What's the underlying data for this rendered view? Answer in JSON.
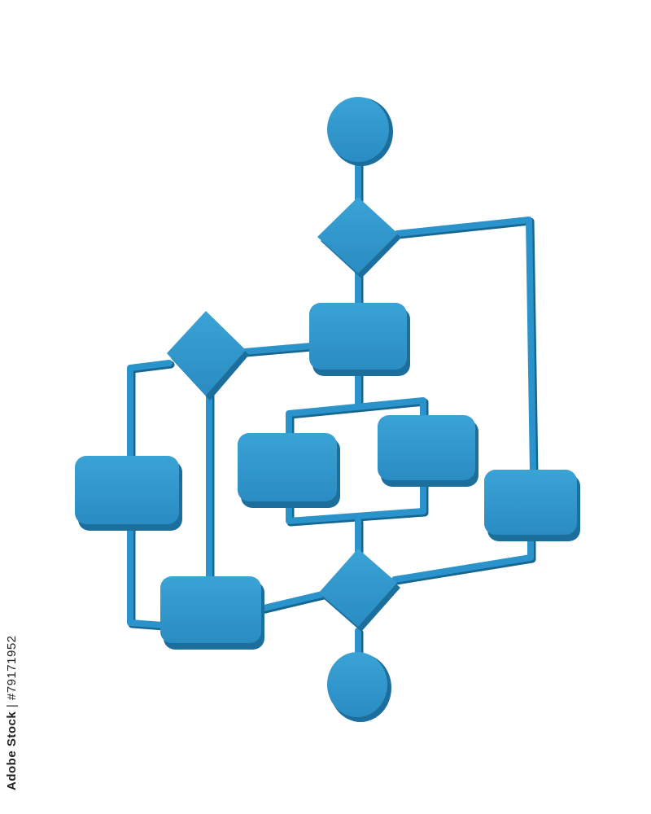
{
  "watermark_text": "Adobe Stock",
  "stock_id_label": "Adobe Stock",
  "stock_id_sep": " | ",
  "stock_id": "#79171952",
  "colors": {
    "shape_face": "#2f96cc",
    "shape_side": "#1c6f9c",
    "shape_edge": "#1a5f86",
    "pipe": "#2587bd",
    "pipe_dark": "#176690",
    "background": "#ffffff"
  },
  "diagram": {
    "type": "3d-flowchart",
    "nodes": [
      {
        "id": "start",
        "shape": "circle-icon"
      },
      {
        "id": "decision-1",
        "shape": "diamond-icon"
      },
      {
        "id": "process-1",
        "shape": "rounded-rect-icon"
      },
      {
        "id": "decision-2",
        "shape": "diamond-icon"
      },
      {
        "id": "process-left",
        "shape": "rounded-rect-icon"
      },
      {
        "id": "process-center-left",
        "shape": "rounded-rect-icon"
      },
      {
        "id": "process-center-right",
        "shape": "rounded-rect-icon"
      },
      {
        "id": "process-right",
        "shape": "rounded-rect-icon"
      },
      {
        "id": "process-bottom-left",
        "shape": "rounded-rect-icon"
      },
      {
        "id": "decision-3",
        "shape": "diamond-icon"
      },
      {
        "id": "end",
        "shape": "circle-icon"
      }
    ]
  }
}
